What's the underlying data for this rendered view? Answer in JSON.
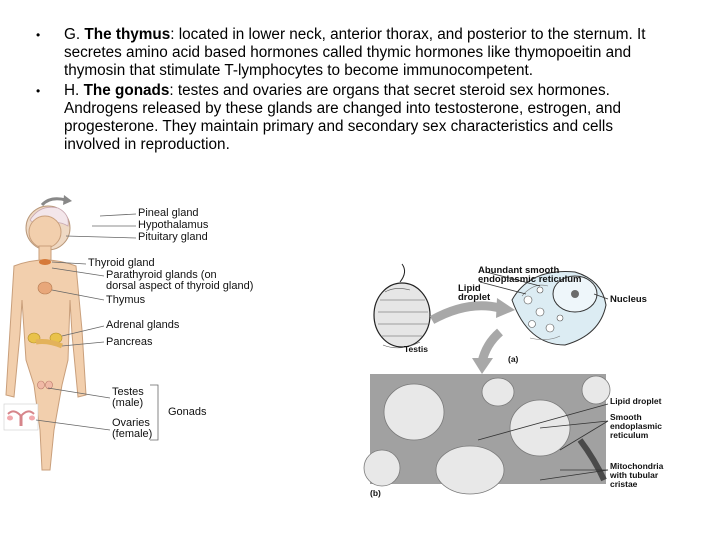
{
  "bullets": [
    {
      "prefix": "G.",
      "term": "The thymus",
      "text": ": located in lower neck, anterior thorax, and posterior to the sternum.  It secretes amino acid based hormones called thymic hormones like thymopoeitin and thymosin that stimulate T-lymphocytes to become immunocompetent."
    },
    {
      "prefix": "H.",
      "term": "The gonads",
      "text": ": testes and ovaries are organs that secret steroid sex hormones. Androgens released by these glands are changed into testosterone, estrogen, and progesterone.  They maintain primary and secondary sex characteristics and cells involved in reproduction."
    }
  ],
  "body_figure": {
    "labels": {
      "pineal": "Pineal gland",
      "hypothalamus": "Hypothalamus",
      "pituitary": "Pituitary gland",
      "thyroid": "Thyroid gland",
      "parathyroid_1": "Parathyroid glands (on",
      "parathyroid_2": "dorsal aspect of thyroid gland)",
      "thymus": "Thymus",
      "adrenal": "Adrenal glands",
      "pancreas": "Pancreas",
      "testes_1": "Testes",
      "testes_2": "(male)",
      "ovaries_1": "Ovaries",
      "ovaries_2": "(female)",
      "gonads": "Gonads"
    }
  },
  "cell_figure": {
    "labels": {
      "ser_1": "Abundant smooth",
      "ser_2": "endoplasmic reticulum",
      "lipid_a_1": "Lipid",
      "lipid_a_2": "droplet",
      "nucleus": "Nucleus",
      "testis": "Testis",
      "panel_a": "(a)",
      "lipid_b": "Lipid droplet",
      "ser_b_1": "Smooth",
      "ser_b_2": "endoplasmic",
      "ser_b_3": "reticulum",
      "mito_1": "Mitochondria",
      "mito_2": "with tubular",
      "mito_3": "cristae",
      "panel_b": "(b)"
    }
  }
}
